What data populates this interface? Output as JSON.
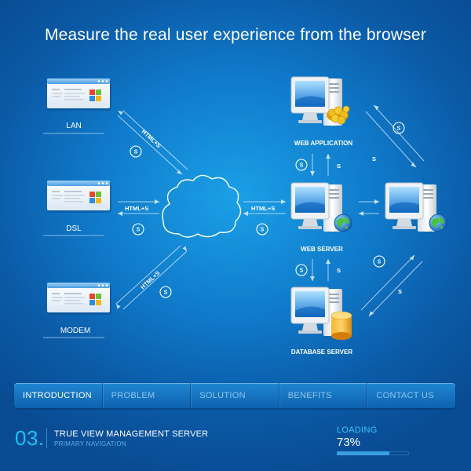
{
  "title": "Measure the real user experience from the browser",
  "clients": [
    {
      "label": "LAN"
    },
    {
      "label": "DSL"
    },
    {
      "label": "MODEM"
    }
  ],
  "servers": {
    "web_application": "WEB APPLICATION",
    "web_server": "WEB SERVER",
    "database_server": "DATABASE SERVER"
  },
  "connection_labels": {
    "html_s": "HTML+S",
    "s": "S",
    "s_badge": "S"
  },
  "navigation": {
    "items": [
      "INTRODUCTION",
      "PROBLEM",
      "SOLUTION",
      "BENEFITS",
      "CONTACT US"
    ],
    "active_index": 0
  },
  "footer": {
    "step_number": "03.",
    "title": "TRUE VIEW MANAGEMENT SERVER",
    "subtitle": "PRIMARY NAVIGATION",
    "loading_label": "LOADING",
    "loading_value": "73%",
    "progress_fraction": 0.73
  },
  "colors": {
    "background": "#0f78c8",
    "accent_cyan": "#1ec0f4",
    "nav_text": "#8ec5ee",
    "coin_gold": "#f2c01e",
    "database_orange": "#f0a01a",
    "logo_red": "#e8452c",
    "logo_green": "#6cc03c",
    "logo_blue": "#2a8ee0",
    "logo_yellow": "#f2b51c"
  },
  "icons": [
    "browser-window-icon",
    "cloud-icon",
    "server-monitor-icon",
    "globe-icon",
    "coins-icon",
    "database-icon",
    "dollar-badge-icon",
    "arrow-icon"
  ]
}
